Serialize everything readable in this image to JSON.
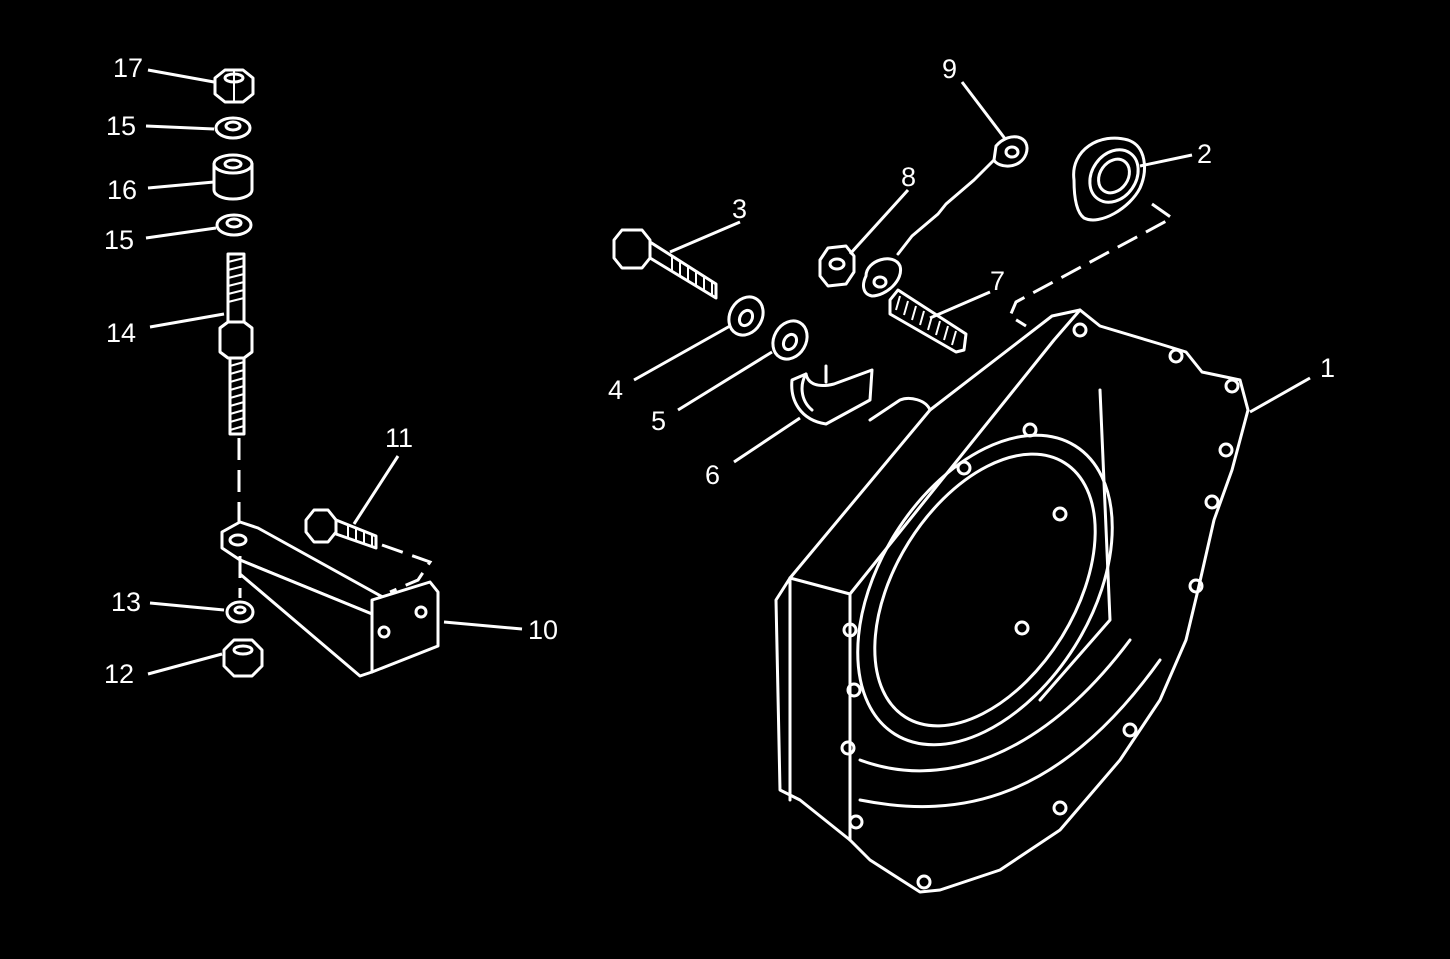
{
  "diagram": {
    "colors": {
      "background": "#000000",
      "linework": "#ffffff"
    },
    "callouts": {
      "p1": "1",
      "p2": "2",
      "p3": "3",
      "p4": "4",
      "p5": "5",
      "p6": "6",
      "p7": "7",
      "p8": "8",
      "p9": "9",
      "p10": "10",
      "p11": "11",
      "p12": "12",
      "p13": "13",
      "p14": "14",
      "p15a": "15",
      "p15b": "15",
      "p16": "16",
      "p17": "17"
    }
  }
}
